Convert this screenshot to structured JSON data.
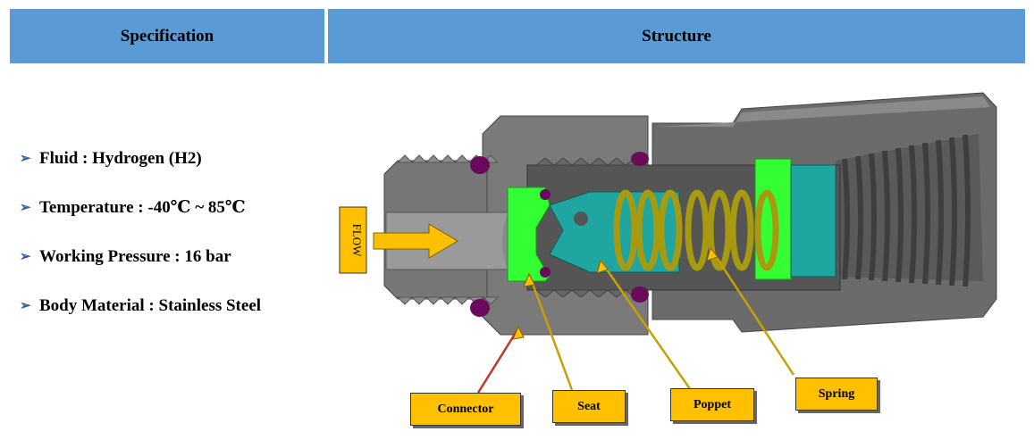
{
  "header": {
    "specification": "Specification",
    "structure": "Structure"
  },
  "specs": [
    "Fluid : Hydrogen (H2)",
    "Temperature : -40℃ ~ 85℃",
    "Working Pressure : 16 bar",
    "Body Material : Stainless Steel"
  ],
  "diagram": {
    "flow_label": "FLOW",
    "callouts": {
      "connector": "Connector",
      "seat": "Seat",
      "poppet": "Poppet",
      "spring": "Spring"
    }
  },
  "colors": {
    "header_bg": "#5b9bd5",
    "callout_bg": "#ffc000",
    "body_gray": "#6b6b6b",
    "seat_green": "#33ff33",
    "poppet_teal": "#1fa6a0",
    "spring_olive": "#a89a10",
    "oring_purple": "#6a0a5a"
  }
}
